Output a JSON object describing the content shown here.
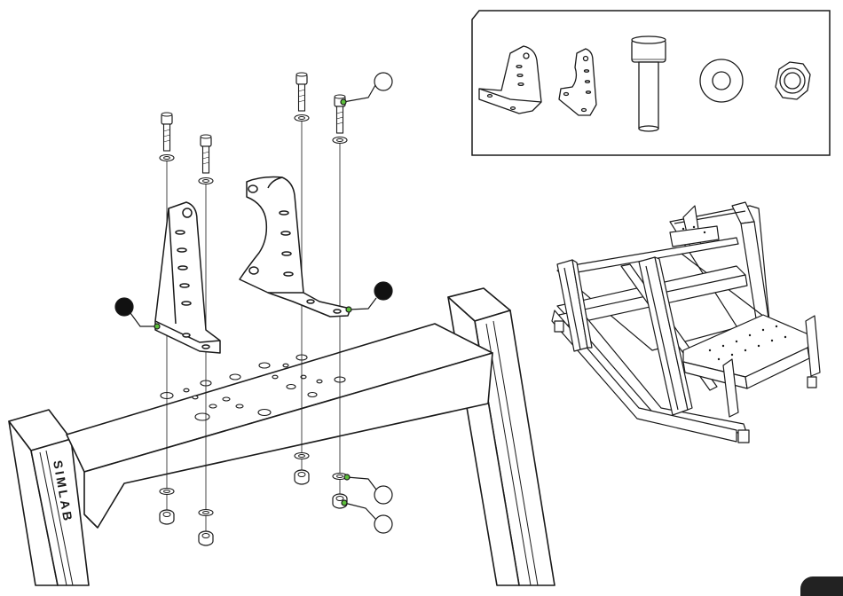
{
  "page_tab": {
    "label": ""
  },
  "frame_brand": {
    "text": "SIMLAB"
  },
  "callouts": [
    {
      "id": "1",
      "label": "",
      "filled": false
    },
    {
      "id": "2",
      "label": "",
      "filled": true
    },
    {
      "id": "3",
      "label": "",
      "filled": true
    },
    {
      "id": "4",
      "label": "",
      "filled": false
    },
    {
      "id": "5",
      "label": "",
      "filled": false
    }
  ],
  "parts_box": {
    "items": [
      "bracket-large",
      "bracket-small",
      "cap-screw",
      "washer",
      "hex-nut"
    ]
  },
  "colors": {
    "ink": "#1a1a1a",
    "callout_dot": "#5bbf3a",
    "callout_fill": "#111111",
    "tab": "#222222"
  }
}
